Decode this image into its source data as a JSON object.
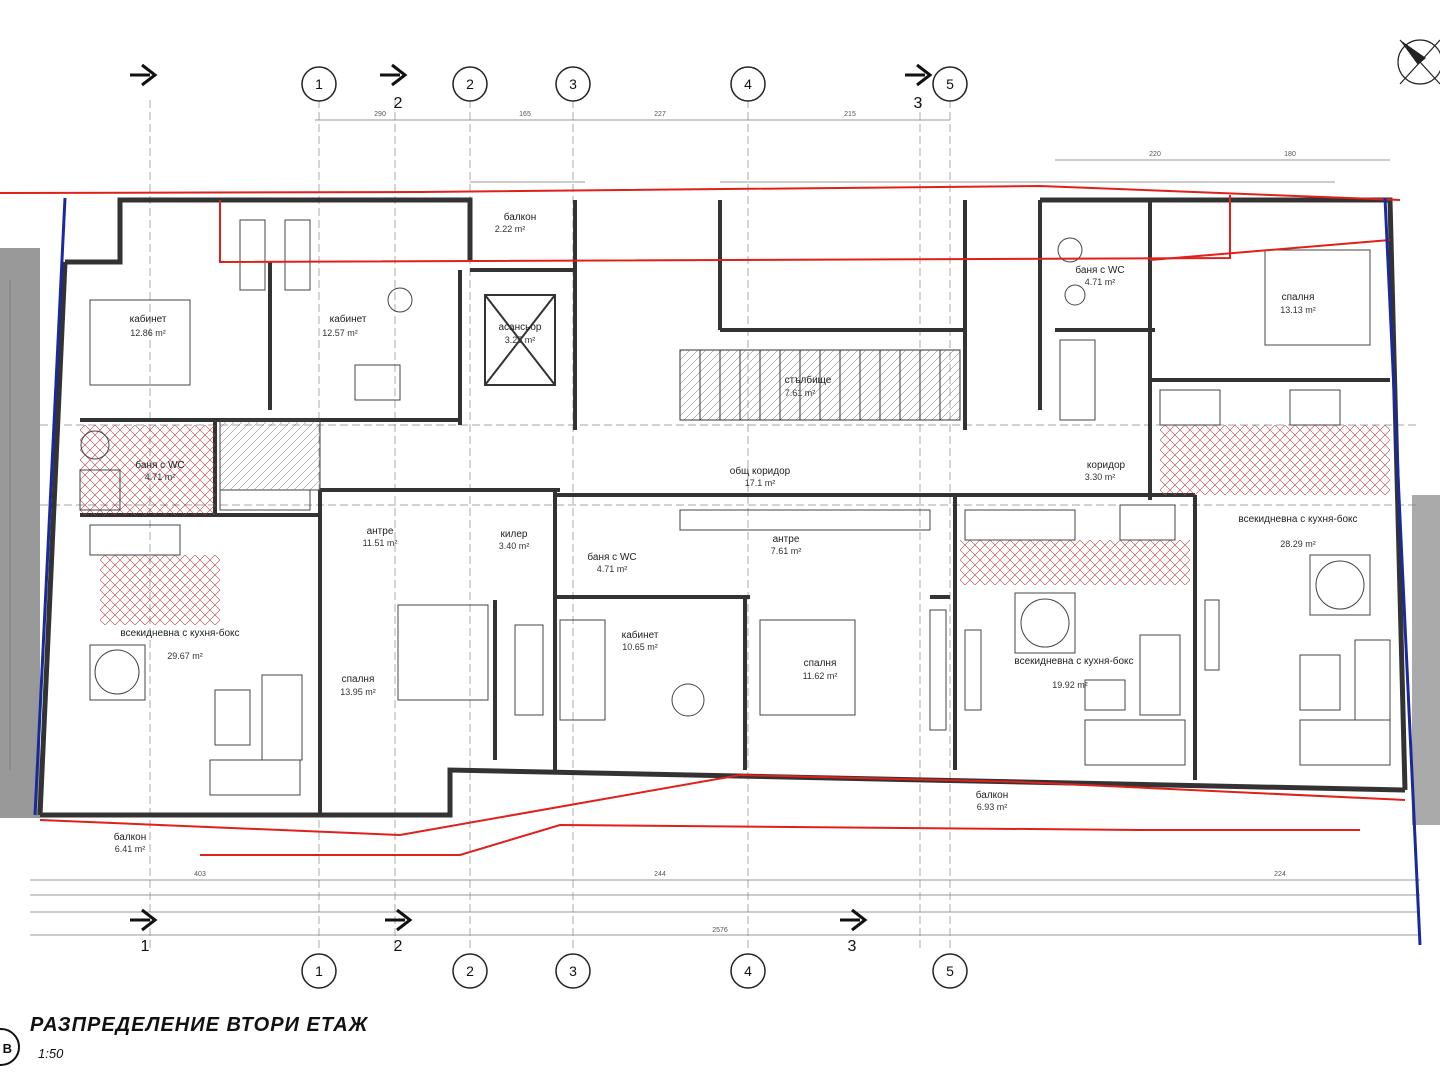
{
  "title": "РАЗПРЕДЕЛЕНИЕ ВТОРИ ЕТАЖ",
  "scale": "1:50",
  "sheet_badge": "B",
  "axes": [
    "1",
    "2",
    "3",
    "4",
    "5"
  ],
  "sections": [
    "1",
    "2",
    "3"
  ],
  "rooms": {
    "balcony_top": {
      "label": "балкон",
      "area": "2.22 m²"
    },
    "study_1": {
      "label": "кабинет",
      "area": "12.86 m²"
    },
    "study_2": {
      "label": "кабинет",
      "area": "12.57 m²"
    },
    "elevator": {
      "label": "асансьор",
      "area": "3.25 m²"
    },
    "stair": {
      "label": "стълбище",
      "area": "7.61 m²"
    },
    "bath_1": {
      "label": "баня с WC",
      "area": "4.71 m²"
    },
    "corridor": {
      "label": "общ коридор",
      "area": "17.1 m²"
    },
    "hall_1": {
      "label": "антре",
      "area": "11.51 m²"
    },
    "storage": {
      "label": "килер",
      "area": "3.40 m²"
    },
    "bath_2": {
      "label": "баня с WC",
      "area": "4.71 m²"
    },
    "hall_2": {
      "label": "антре",
      "area": "7.61 m²"
    },
    "living_1": {
      "label": "всекидневна с кухня-бокс",
      "area": "29.67 m²"
    },
    "bedroom_1": {
      "label": "спалня",
      "area": "13.95 m²"
    },
    "study_3": {
      "label": "кабинет",
      "area": "10.65 m²"
    },
    "bedroom_2": {
      "label": "спалня",
      "area": "11.62 m²"
    },
    "living_2": {
      "label": "всекидневна с кухня-бокс",
      "area": "19.92 m²"
    },
    "bath_3": {
      "label": "баня с WC",
      "area": "4.71 m²"
    },
    "bedroom_3": {
      "label": "спалня",
      "area": "13.13 m²"
    },
    "corridor_2": {
      "label": "коридор",
      "area": "3.30 m²"
    },
    "living_3": {
      "label": "всекидневна с кухня-бокс",
      "area": "28.29 m²"
    },
    "balcony_1": {
      "label": "балкон",
      "area": "6.41 m²"
    },
    "balcony_2": {
      "label": "балкон",
      "area": "6.93 m²"
    }
  },
  "colors": {
    "walls": "#333333",
    "property_line": "#e0201a",
    "boundary": "#1a2a9c",
    "hatch": "#b04040"
  }
}
